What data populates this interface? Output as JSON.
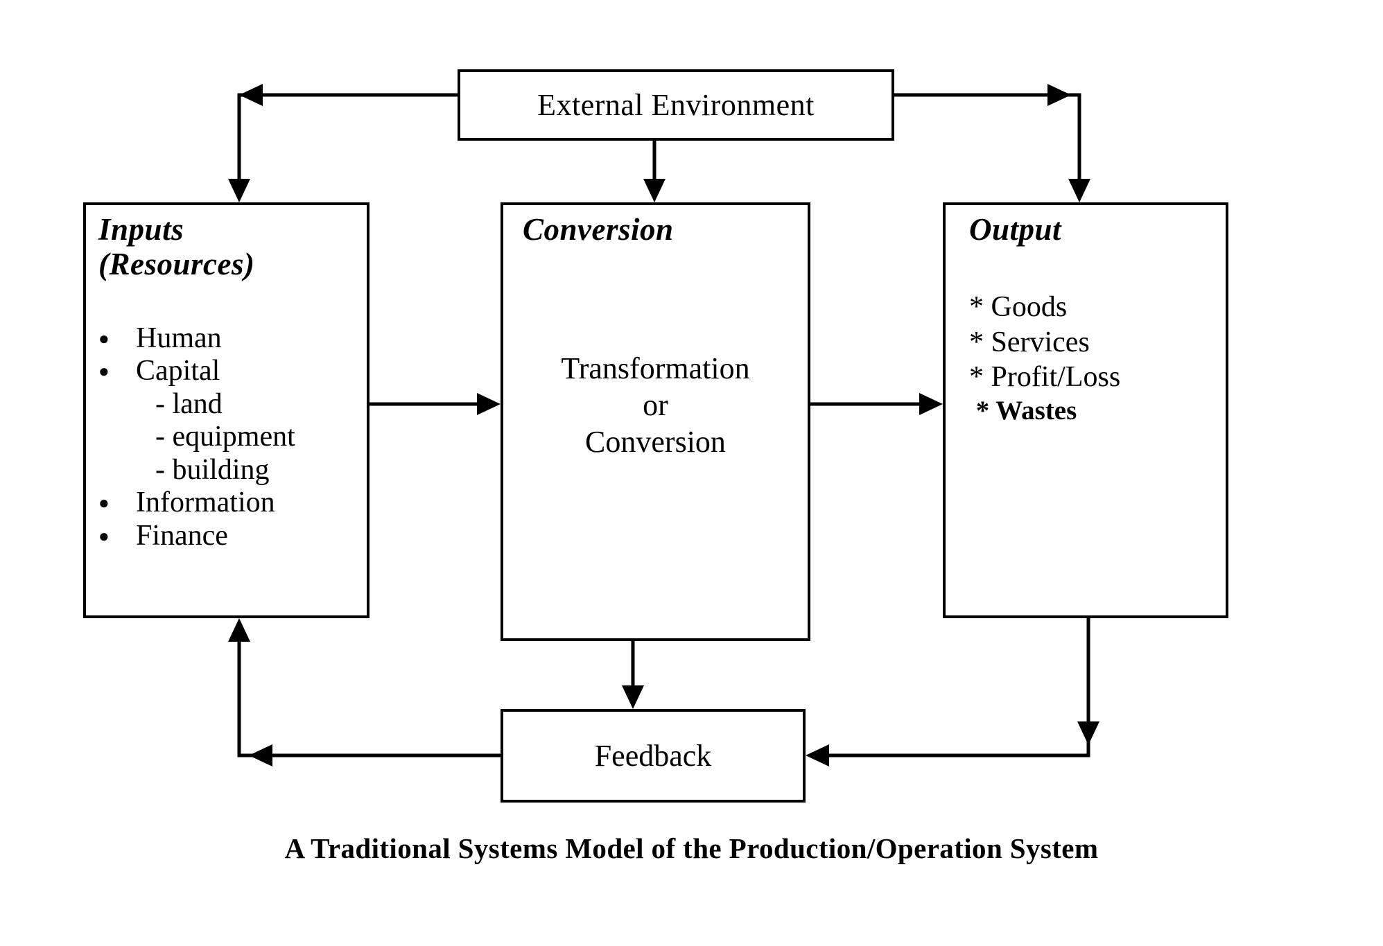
{
  "diagram": {
    "caption": "A Traditional Systems Model of the Production/Operation System",
    "nodes": {
      "external": {
        "title": "External Environment"
      },
      "inputs": {
        "title": "Inputs\n(Resources)",
        "items": [
          {
            "marker": "bullet",
            "label": "Human"
          },
          {
            "marker": "bullet",
            "label": "Capital"
          },
          {
            "marker": "dash",
            "label": "- land"
          },
          {
            "marker": "dash",
            "label": "- equipment"
          },
          {
            "marker": "dash",
            "label": "- building"
          },
          {
            "marker": "bullet",
            "label": "Information"
          },
          {
            "marker": "bullet",
            "label": "Finance"
          }
        ]
      },
      "conversion": {
        "title": "Conversion",
        "body": "Transformation\nor\nConversion"
      },
      "output": {
        "title": "Output",
        "items": [
          {
            "marker": "star",
            "label": "* Goods"
          },
          {
            "marker": "star",
            "label": "* Services"
          },
          {
            "marker": "star",
            "label": "* Profit/Loss"
          },
          {
            "marker": "star",
            "label": " * Wastes"
          }
        ]
      },
      "feedback": {
        "title": "Feedback"
      }
    },
    "connectors": [
      {
        "name": "external-to-inputs",
        "from": "external",
        "to": "inputs"
      },
      {
        "name": "external-to-conversion",
        "from": "external",
        "to": "conversion"
      },
      {
        "name": "external-to-output",
        "from": "external",
        "to": "output"
      },
      {
        "name": "inputs-to-conversion",
        "from": "inputs",
        "to": "conversion"
      },
      {
        "name": "conversion-to-output",
        "from": "conversion",
        "to": "output"
      },
      {
        "name": "conversion-to-feedback",
        "from": "conversion",
        "to": "feedback"
      },
      {
        "name": "output-to-feedback",
        "from": "output",
        "to": "feedback"
      },
      {
        "name": "feedback-to-inputs",
        "from": "feedback",
        "to": "inputs"
      }
    ],
    "colors": {
      "stroke": "#000000",
      "background": "#ffffff"
    }
  }
}
